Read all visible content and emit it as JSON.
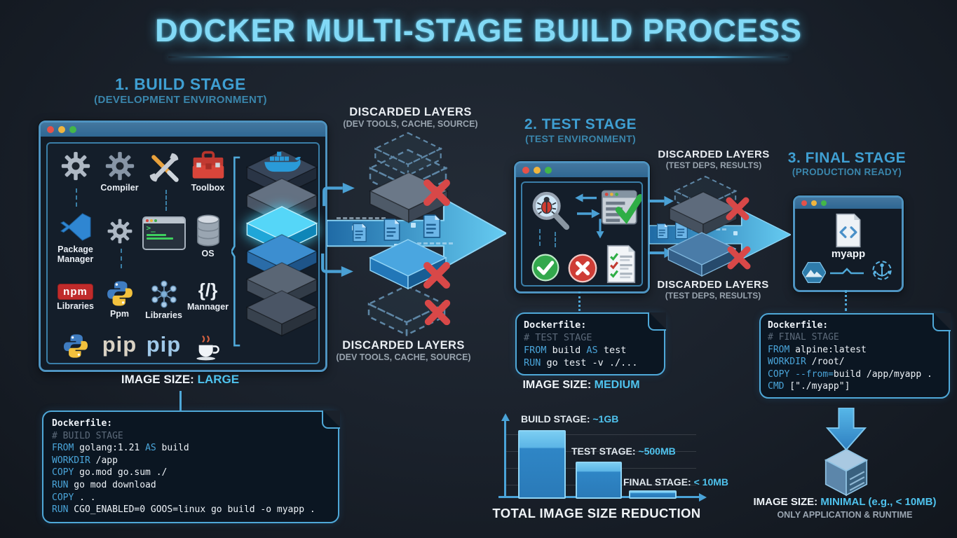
{
  "title": "DOCKER MULTI-STAGE BUILD PROCESS",
  "stage1": {
    "heading": "1. BUILD STAGE",
    "sub": "(DEVELOPMENT ENVIRONMENT)",
    "size_label": "IMAGE SIZE:",
    "size_value": "LARGE",
    "tools": [
      {
        "icon": "gear-icon",
        "label": ""
      },
      {
        "icon": "compiler-gear-icon",
        "label": "Compiler"
      },
      {
        "icon": "crossed-tools-icon",
        "label": ""
      },
      {
        "icon": "toolbox-icon",
        "label": "Toolbox"
      },
      {
        "icon": "vscode-icon",
        "label": "Package Manager"
      },
      {
        "icon": "gear-icon",
        "label": ""
      },
      {
        "icon": "terminal-icon",
        "label": "",
        "icon_text": ">_"
      },
      {
        "icon": "database-icon",
        "label": "OS"
      },
      {
        "icon": "npm-icon",
        "label": "Libraries",
        "icon_text": "npm"
      },
      {
        "icon": "python-icon",
        "label": "Ppm"
      },
      {
        "icon": "molecule-icon",
        "label": "Libraries"
      },
      {
        "icon": "braces-icon",
        "label": "Mannager",
        "icon_text": "{/}"
      },
      {
        "icon": "python-icon",
        "label": ""
      },
      {
        "icon": "pip-wordmark",
        "label": "",
        "icon_text": "pip"
      },
      {
        "icon": "pip-wordmark",
        "label": "",
        "icon_text": "pip"
      },
      {
        "icon": "coffee-icon",
        "label": ""
      }
    ]
  },
  "discarded_dev": {
    "title": "DISCARDED LAYERS",
    "sub": "(DEV TOOLS, CACHE, SOURCE)"
  },
  "discarded_test": {
    "title": "DISCARDED LAYERS",
    "sub": "(TEST DEPS, RESULTS)"
  },
  "stage2": {
    "heading": "2. TEST STAGE",
    "sub": "(TEST ENVIRONMENT)",
    "size_label": "IMAGE SIZE:",
    "size_value": "MEDIUM"
  },
  "stage3": {
    "heading": "3. FINAL STAGE",
    "sub": "(PRODUCTION READY)",
    "app_name": "myapp",
    "size_label": "IMAGE SIZE:",
    "size_value": "MINIMAL (e.g., < 10MB)",
    "runtime_note": "ONLY APPLICATION & RUNTIME"
  },
  "dockerfiles": {
    "build": {
      "l0": "Dockerfile:",
      "l1": "# BUILD STAGE",
      "l2a": "FROM",
      "l2b": " golang:1.21 ",
      "l2c": "AS",
      "l2d": " build",
      "l3a": "WORKDIR",
      "l3b": " /app",
      "l4a": "COPY",
      "l4b": " go.mod go.sum ./",
      "l5a": "RUN",
      "l5b": " go mod download",
      "l6a": "COPY",
      "l6b": " . .",
      "l7a": "RUN",
      "l7b": " CGO_ENABLED=0 GOOS=linux go build -o myapp ."
    },
    "test": {
      "l0": "Dockerfile:",
      "l1": "# TEST STAGE",
      "l2a": "FROM",
      "l2b": " build ",
      "l2c": "AS",
      "l2d": " test",
      "l3a": "RUN",
      "l3b": " go test -v ./..."
    },
    "final": {
      "l0": "Dockerfile:",
      "l1": "# FINAL STAGE",
      "l2a": "FROM",
      "l2b": " alpine:latest",
      "l3a": "WORKDIR",
      "l3b": " /root/",
      "l4a": "COPY --from=",
      "l4b": "build /app/myapp .",
      "l5a": "CMD",
      "l5b": " [\"./myapp\"]"
    }
  },
  "chart_labels": {
    "build": "BUILD STAGE: ",
    "build_v": "~1GB",
    "test": "TEST STAGE: ",
    "test_v": "~500MB",
    "final": "FINAL STAGE: ",
    "final_v": "< 10MB",
    "title": "TOTAL IMAGE SIZE REDUCTION"
  },
  "chart_data": {
    "type": "bar",
    "title": "TOTAL IMAGE SIZE REDUCTION",
    "categories": [
      "BUILD STAGE",
      "TEST STAGE",
      "FINAL STAGE"
    ],
    "value_labels": [
      "~1GB",
      "~500MB",
      "< 10MB"
    ],
    "values_mb": [
      1000,
      500,
      10
    ],
    "ylabel": "",
    "xlabel": "",
    "ylim": [
      0,
      1100
    ],
    "grid": true,
    "legend": false,
    "bar_color": "#3d96d2"
  },
  "colors": {
    "accent_cyan": "#4fc3ee",
    "heading_blue": "#3f9fd2",
    "keyword_blue": "#4aa5da",
    "window_border": "#4e93c0",
    "red_x": "#d84848",
    "green_check": "#33a84c"
  }
}
